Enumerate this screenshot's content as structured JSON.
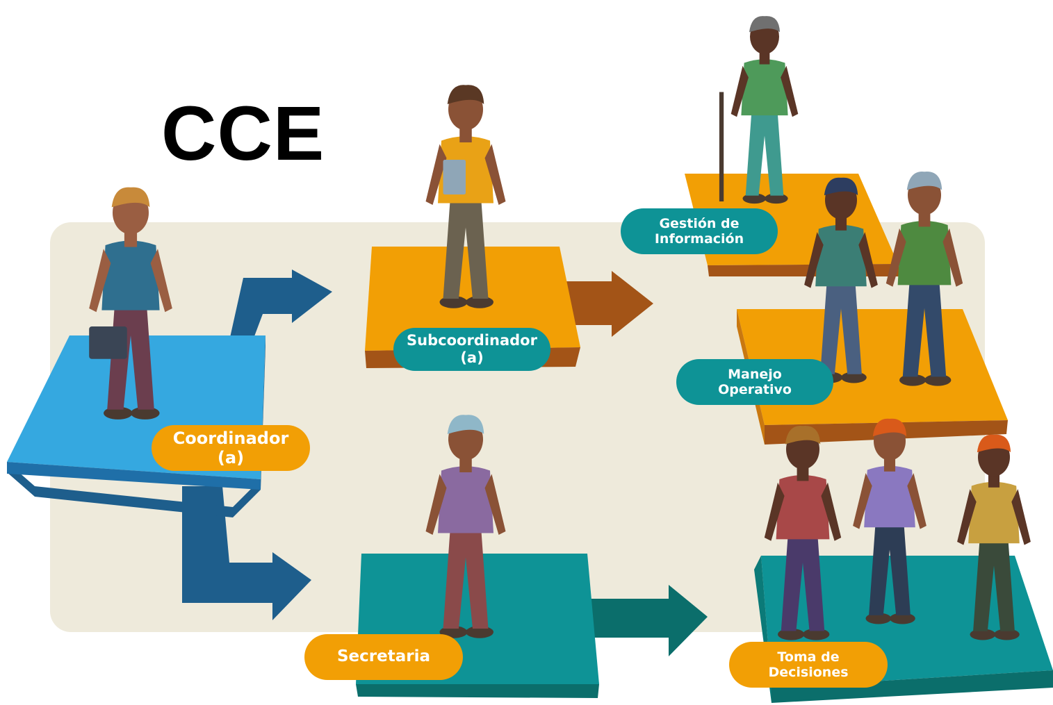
{
  "title": "CCE",
  "colors": {
    "background_panel": "#EEEADB",
    "blue_platform": "#35A8E0",
    "blue_arrow": "#1E5E8C",
    "orange_platform": "#F29F05",
    "orange_arrow": "#A35417",
    "teal_platform": "#0E9396",
    "teal_arrow": "#0B6E6B",
    "label_orange": "#F29F05",
    "label_teal": "#0E9396"
  },
  "roles": [
    {
      "id": "coordinador",
      "label": "Coordinador (a)",
      "style": "orange",
      "people": 1
    },
    {
      "id": "subcoordinador",
      "label": "Subcoordinador\n(a)",
      "style": "teal",
      "people": 1
    },
    {
      "id": "secretaria",
      "label": "Secretaria",
      "style": "orange",
      "people": 1
    },
    {
      "id": "gestion",
      "label": "Gestión de\nInformación",
      "style": "teal",
      "people": 1
    },
    {
      "id": "manejo",
      "label": "Manejo\nOperativo",
      "style": "teal",
      "people": 2
    },
    {
      "id": "toma",
      "label": "Toma de\nDecisiones",
      "style": "orange",
      "people": 3
    }
  ],
  "flow": [
    {
      "from": "coordinador",
      "to": "subcoordinador"
    },
    {
      "from": "coordinador",
      "to": "secretaria"
    },
    {
      "from": "subcoordinador",
      "to": "gestion"
    },
    {
      "from": "secretaria",
      "to": "toma"
    }
  ]
}
